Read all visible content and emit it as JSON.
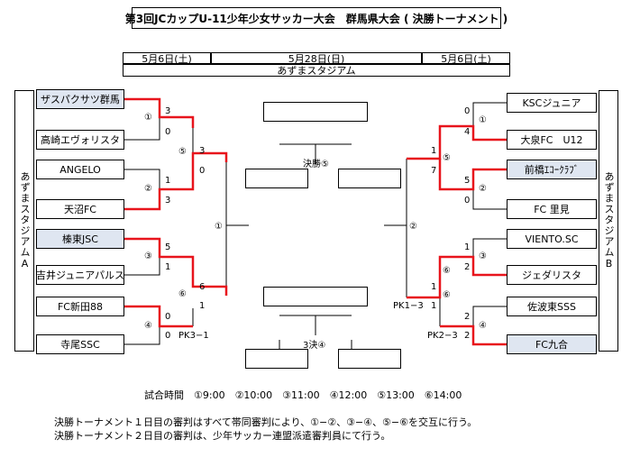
{
  "title": "第3回JCカップU-11少年少女サッカー大会　群馬県大会 ( 決勝トーナメント )",
  "header": {
    "date_left": "5月6日(土)",
    "date_center": "5月28日(日)",
    "date_right": "5月6日(土)",
    "venue": "あずまスタジアム"
  },
  "venue_a": "あずまスタジアムA",
  "venue_b": "あずまスタジアムB",
  "left_teams": [
    "ザスパクサツ群馬",
    "高崎エヴォリスタ",
    "ANGELO",
    "天沼FC",
    "榛東JSC",
    "吉井ジュニアパルス",
    "FC新田88",
    "寺尾SSC"
  ],
  "right_teams": [
    "KSCジュニア",
    "大泉FC　U12",
    "前橋ｴｺｰｸﾗﾌﾞ",
    "FC 里見",
    "VIENTO.SC",
    "ジェダリスタ",
    "佐波東SSS",
    "FC九合"
  ],
  "match_labels": {
    "m1": "①",
    "m2": "②",
    "m3": "③",
    "m4": "④",
    "m5": "⑤",
    "m6": "⑥"
  },
  "left_scores": {
    "m1_top": "3",
    "m1_bot": "0",
    "m2_top": "1",
    "m2_bot": "3",
    "m3_top": "5",
    "m3_bot": "1",
    "m4_top": "0",
    "m4_bot": "0",
    "m5_top": "3",
    "m5_bot": "0",
    "m6_top": "6",
    "m6_bot": "1",
    "pk": "PK3−1"
  },
  "right_scores": {
    "m1_top": "0",
    "m1_bot": "4",
    "m2_top": "5",
    "m2_bot": "0",
    "m3_top": "1",
    "m3_bot": "2",
    "m4_top": "2",
    "m4_bot": "2",
    "m5_top": "1",
    "m5_bot": "7",
    "m6_top": "1",
    "m6_bot": "1",
    "pk_m6": "PK1−3",
    "pk_m4": "PK2−3"
  },
  "center": {
    "final": "決勝⑤",
    "third": "3決④"
  },
  "footer": {
    "times": "試合時間　①9:00　②10:00　③11:00　④12:00　⑤13:00　⑥14:00",
    "note1": "決勝トーナメント１日目の審判はすべて帯同審判により、①−②、③−④、⑤−⑥を交互に行う。",
    "note2": "決勝トーナメント２日目の審判は、少年サッカー連盟派遣審判員にて行う。"
  },
  "colors": {
    "win_line": "#e8141c",
    "win_box": "#dfe6f1",
    "line": "#000000"
  }
}
